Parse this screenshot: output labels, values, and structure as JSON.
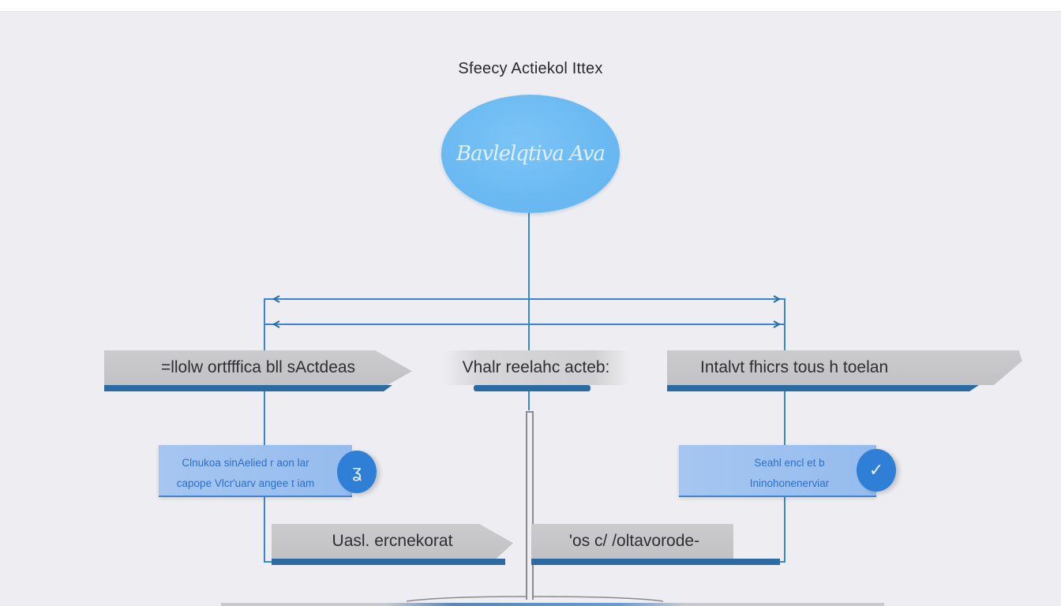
{
  "diagram": {
    "title": "Sfeecy Actiekol Ittex",
    "root_node": {
      "label": "Bavlelqtiva Ava",
      "color": "#6ab9f2"
    },
    "connector_color": "#3a87d0",
    "level1": [
      {
        "label": "=llolw ortfffica bll sActdeas"
      },
      {
        "label": "Vhalr reelahc acteb:"
      },
      {
        "label": "Intalvt fhicrs tous h toelan"
      }
    ],
    "cards": [
      {
        "line1": "Clnukoa sinAelied r aon lar",
        "line2": "capope Vlcr'uarv angee t iam",
        "icon": "hand-icon",
        "glyph": "ʓ"
      },
      {
        "line1": "Seahl encl et b",
        "line2": "Ininohonenerviar",
        "icon": "check-icon",
        "glyph": "✓"
      }
    ],
    "level2": [
      {
        "label": "Uasl. ercnekorat"
      },
      {
        "label": "'os c/ /oltavorode-"
      }
    ]
  }
}
